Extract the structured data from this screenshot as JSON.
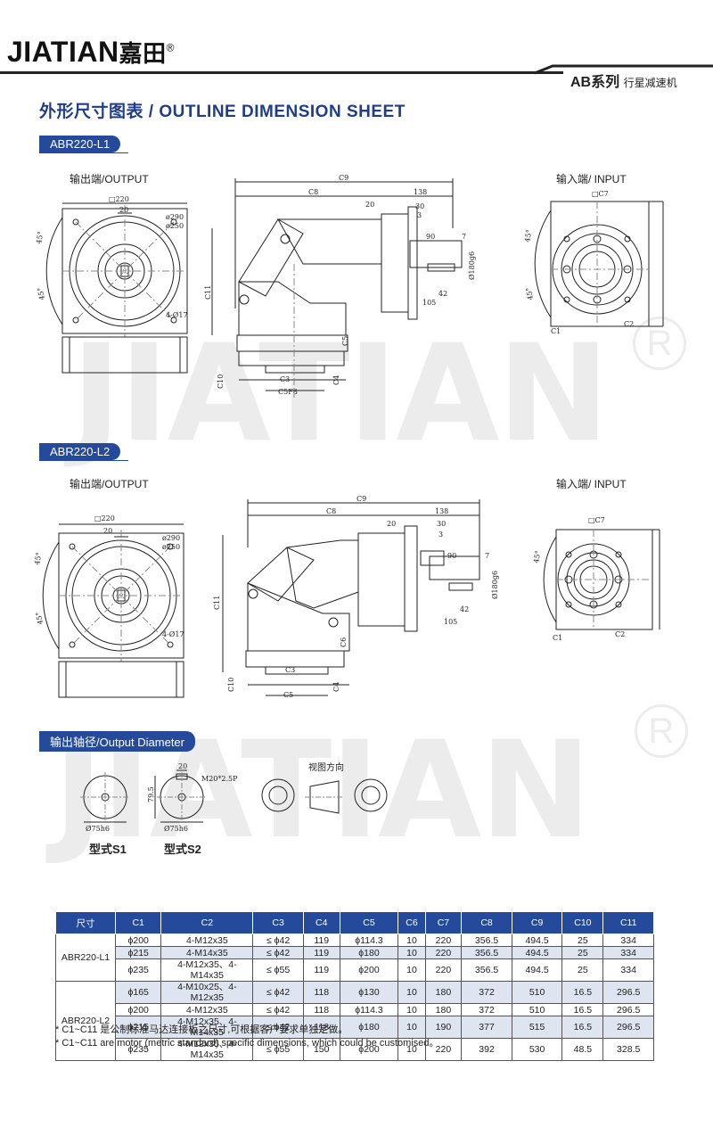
{
  "header": {
    "brand": "JIATIAN",
    "brand_cn": "嘉田",
    "registered": "®",
    "series_label": "AB系列",
    "series_sub": "行星减速机",
    "sheet_title": "外形尺寸图表 / OUTLINE DIMENSION SHEET"
  },
  "watermark": {
    "text": "JIATIAN",
    "mark": "R"
  },
  "section_l1": {
    "tag": "ABR220-L1",
    "output_label": "输出端/OUTPUT",
    "input_label": "输入端/ INPUT",
    "dims": {
      "sq220": "□220",
      "d20": "20",
      "phi290": "ø290",
      "phi250": "ø250",
      "holes": "4-Ø17",
      "ang45a": "45°",
      "ang45b": "45°",
      "c9": "C9",
      "c8": "C8",
      "d138": "138",
      "d20b": "20",
      "d30": "30",
      "d3": "3",
      "d90": "90",
      "d7": "7",
      "phi180": "Ø180g6",
      "d42": "42",
      "d105": "105",
      "c11": "C11",
      "c5": "C5",
      "c3": "C3",
      "c10": "C10",
      "c4": "C4",
      "c5f8": "C5F8",
      "sqc7": "□C7",
      "c1": "C1",
      "c2": "C2",
      "ang45c": "45°",
      "ang45d": "45°"
    }
  },
  "section_l2": {
    "tag": "ABR220-L2",
    "output_label": "输出端/OUTPUT",
    "input_label": "输入端/ INPUT",
    "dims": {
      "sq220": "□220",
      "d20": "20",
      "phi290": "ø290",
      "phi250": "ø250",
      "holes": "4-Ø17",
      "ang45a": "45°",
      "ang45b": "45°",
      "c9": "C9",
      "c8": "C8",
      "d138": "138",
      "d20b": "20",
      "d30": "30",
      "d3": "3",
      "d90": "90",
      "d7": "7",
      "phi180": "Ø180g6",
      "d42": "42",
      "d105": "105",
      "c11": "C11",
      "c6": "C6",
      "c3": "C3",
      "c10": "C10",
      "c4": "C4",
      "c5": "C5",
      "sqc7": "□C7",
      "c1": "C1",
      "c2": "C2",
      "ang45c": "45°"
    }
  },
  "output_diameter": {
    "tag": "输出轴径/Output Diameter",
    "view_dir": "视图方向",
    "s1_dim": "Ø75h6",
    "s2_dim": "Ø75h6",
    "s2_width": "20",
    "s2_height": "79.5",
    "s2_thread": "M20*2.5P",
    "s1_label": "型式S1",
    "s2_label": "型式S2"
  },
  "table": {
    "headers": [
      "尺寸",
      "C1",
      "C2",
      "C3",
      "C4",
      "C5",
      "C6",
      "C7",
      "C8",
      "C9",
      "C10",
      "C11"
    ],
    "groups": [
      {
        "model": "ABR220-L1",
        "rows": [
          [
            "ϕ200",
            "4-M12x35",
            "≤ ϕ42",
            "119",
            "ϕ114.3",
            "10",
            "220",
            "356.5",
            "494.5",
            "25",
            "334"
          ],
          [
            "ϕ215",
            "4-M14x35",
            "≤ ϕ42",
            "119",
            "ϕ180",
            "10",
            "220",
            "356.5",
            "494.5",
            "25",
            "334"
          ],
          [
            "ϕ235",
            "4-M12x35、4-M14x35",
            "≤ ϕ55",
            "119",
            "ϕ200",
            "10",
            "220",
            "356.5",
            "494.5",
            "25",
            "334"
          ]
        ]
      },
      {
        "model": "ABR220-L2",
        "rows": [
          [
            "ϕ165",
            "4-M10x25、4-M12x35",
            "≤ ϕ42",
            "118",
            "ϕ130",
            "10",
            "180",
            "372",
            "510",
            "16.5",
            "296.5"
          ],
          [
            "ϕ200",
            "4-M12x35",
            "≤ ϕ42",
            "118",
            "ϕ114.3",
            "10",
            "180",
            "372",
            "510",
            "16.5",
            "296.5"
          ],
          [
            "ϕ215",
            "4-M12x35、4-M14x35",
            "≤ ϕ42",
            "118",
            "ϕ180",
            "10",
            "190",
            "377",
            "515",
            "16.5",
            "296.5"
          ],
          [
            "ϕ235",
            "4-M12x35、4-M14x35",
            "≤ ϕ55",
            "150",
            "ϕ200",
            "10",
            "220",
            "392",
            "530",
            "48.5",
            "328.5"
          ]
        ]
      }
    ]
  },
  "notes": {
    "line1": "* C1~C11 是公制标准马达连接板之尺寸,可根据客户要求单独定做。",
    "line2": "* C1~C11 are motor (metric standard) specific dimensions, which could be customised。"
  }
}
